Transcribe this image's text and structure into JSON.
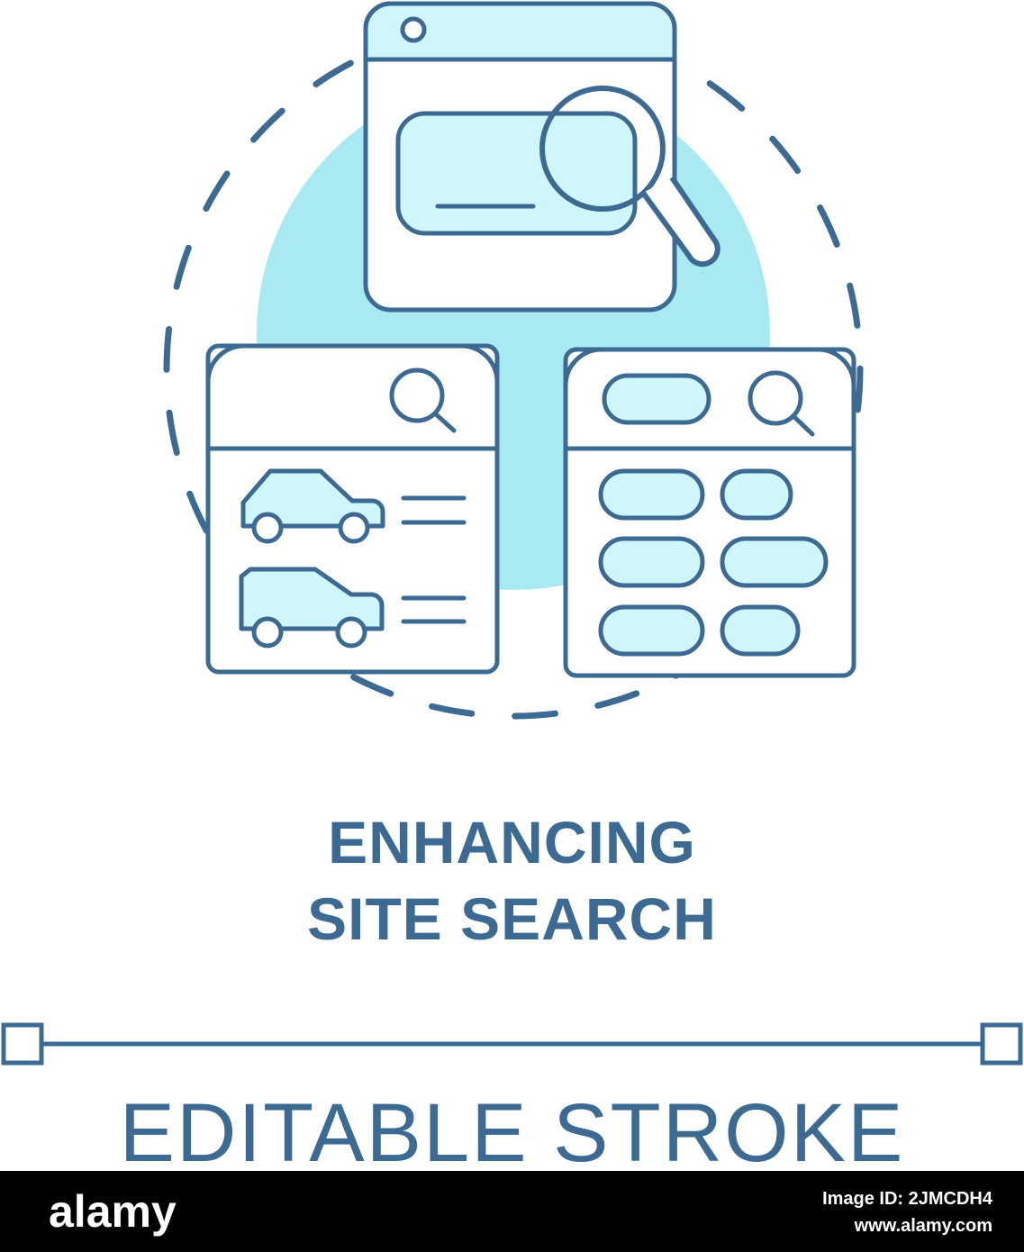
{
  "title": {
    "line1": "ENHANCING",
    "line2": "SITE SEARCH"
  },
  "caption": "EDITABLE STROKE",
  "watermark": "alamy",
  "footer": {
    "brand": "alamy",
    "image_id": "Image ID: 2JMCDH4",
    "url": "www.alamy.com"
  },
  "colors": {
    "stroke": "#3d6a93",
    "fill": "#cff6fb",
    "circle": "#a9e9f2",
    "footer_bg": "#000000"
  },
  "icons": [
    "browser-window-icon",
    "magnifier-icon",
    "car-icon",
    "suv-icon",
    "tag-pill-icon"
  ]
}
